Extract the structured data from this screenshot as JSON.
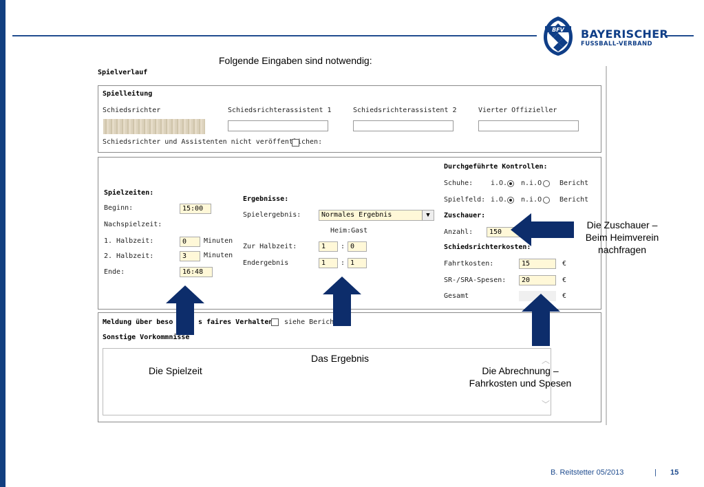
{
  "brand": {
    "line1": "BAYERISCHER",
    "line2": "FUSSBALL-VERBAND",
    "emblem_text": "BFV"
  },
  "slide_title": "Folgende Eingaben sind notwendig:",
  "form": {
    "title": "Spielverlauf",
    "spielleitung": {
      "heading": "Spielleitung",
      "col1": "Schiedsrichter",
      "col2": "Schiedsrichterassistent 1",
      "col3": "Schiedsrichterassistent 2",
      "col4": "Vierter Offizieller",
      "hide_label": "Schiedsrichter und Assistenten nicht veröffentlichen:"
    },
    "spielzeiten": {
      "heading": "Spielzeiten:",
      "beginn_label": "Beginn:",
      "beginn_value": "15:00",
      "nachspiel_label": "Nachspielzeit:",
      "hz1_label": "1. Halbzeit:",
      "hz1_value": "0",
      "hz2_label": "2. Halbzeit:",
      "hz2_value": "3",
      "unit": "Minuten",
      "ende_label": "Ende:",
      "ende_value": "16:48"
    },
    "ergebnisse": {
      "heading": "Ergebnisse:",
      "spielergebnis_label": "Spielergebnis:",
      "spielergebnis_value": "Normales Ergebnis",
      "heim_gast": "Heim:Gast",
      "halbzeit_label": "Zur Halbzeit:",
      "halbzeit_heim": "1",
      "halbzeit_gast": "0",
      "end_label": "Endergebnis",
      "end_heim": "1",
      "end_gast": "1",
      "sep": ":"
    },
    "kontrollen": {
      "heading": "Durchgeführte Kontrollen:",
      "schuhe_label": "Schuhe:",
      "spielfeld_label": "Spielfeld:",
      "io": "i.O.",
      "nio": "n.i.O",
      "bericht": "Bericht"
    },
    "zuschauer": {
      "heading": "Zuschauer:",
      "anzahl_label": "Anzahl:",
      "anzahl_value": "150"
    },
    "kosten": {
      "heading": "Schiedsrichterkosten:",
      "fahrt_label": "Fahrtkosten:",
      "fahrt_value": "15",
      "spesen_label": "SR-/SRA-Spesen:",
      "spesen_value": "20",
      "gesamt_label": "Gesamt",
      "currency": "€"
    },
    "meldung": {
      "label_a": "Meldung über beso",
      "label_b": "s faires Verhalten:",
      "siehe": "siehe Bericht"
    },
    "sonstige": "Sonstige Vorkommnisse"
  },
  "annotations": {
    "zuschauer": "Die Zuschauer – Beim Heimverein nachfragen",
    "spielzeit": "Die Spielzeit",
    "ergebnis": "Das Ergebnis",
    "abrechnung": "Die Abrechnung – Fahrkosten und Spesen"
  },
  "footer": {
    "author": "B. Reitstetter  05/2013",
    "sep": "|",
    "page": "15"
  },
  "colors": {
    "brand_blue": "#0f3e87",
    "arrow_blue": "#0d2d6b",
    "input_yellow": "#fff8d8"
  }
}
